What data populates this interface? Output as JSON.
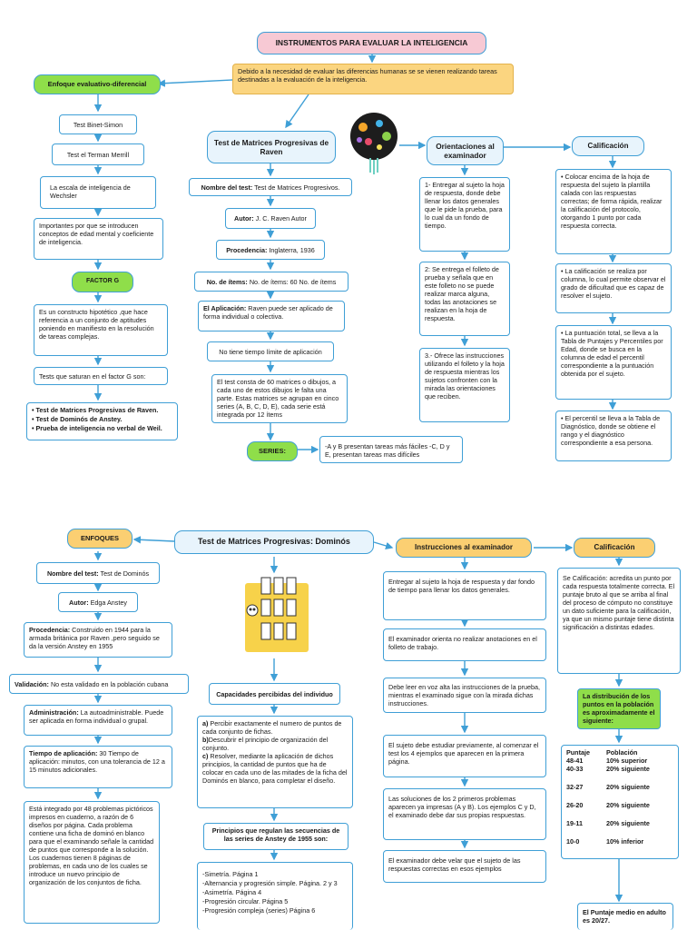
{
  "top": {
    "title": "INSTRUMENTOS PARA EVALUAR LA INTELIGENCIA",
    "intro": "Debido  a la necesidad de evaluar las diferencias humanas se se vienen realizando tareas destinadas a la evaluación de la inteligencia.",
    "left": {
      "header": "Enfoque evaluativo-diferencial",
      "t1": "Test Binet-Simon",
      "t2": "Test el Terman Merrill",
      "t3": "La escala de inteligencia de Wechsler",
      "t4": "Importantes por que se  introducen conceptos de edad mental y coeficiente de inteligencia.",
      "factor": "FACTOR G",
      "t5": "Es un constructo  hipotético ,que hace referencia a un conjunto  de aptitudes poniendo en manifiesto en la resolución  de tareas complejas.",
      "t6": "Tests que saturan en el factor G son:",
      "list": [
        "• Test de Matrices Progresivas de Raven.",
        "• Test de Dominós de Anstey.",
        "• Prueba de inteligencia no verbal de Weil."
      ]
    },
    "center": {
      "header": "Test de Matrices Progresivas de Raven",
      "name_lbl": "Nombre del test:",
      "name_val": " Test de Matrices Progresivos.",
      "author_lbl": "Autor:",
      "author_val": " J. C. Raven Autor",
      "origin_lbl": "Procedencia:",
      "origin_val": " Inglaterra, 1936",
      "items_lbl": "No. de ítems:",
      "items_val": " No. de ítems: 60 No. de ítems",
      "app_lbl": "El Aplicación:",
      "app_val": " Raven puede ser aplicado de forma individual o colectiva.",
      "time": "No tiene tiempo límite de aplicación",
      "desc": "El  test consta de 60 matrices o dibujos, a cada uno de estos dibujos le falta una parte. Estas matrices se agrupan en cinco series (A, B, C, D, E), cada serie está integrada por 12 ítems",
      "series_lbl": "SERIES:",
      "series_text": "-A y B presentan tareas más fáciles -C, D y E, presentan tareas mas difíciles"
    },
    "orient": {
      "header": "Orientaciones al examinador",
      "o1": "1- Entregar al sujeto la hoja de respuesta, donde debe llenar los datos generales que le pide la prueba, para lo cual da un fondo de tiempo.",
      "o2": "2: Se entrega el folleto de prueba y señala que en este folleto no se puede realizar marca alguna, todas las anotaciones se realizan en la hoja de respuesta.",
      "o3": "3.- Ofrece las instrucciones  utilizando el folleto y la hoja de respuesta mientras los sujetos confronten con la mirada las orientaciones que reciben."
    },
    "calif": {
      "header": "Calificación",
      "c1": "• Colocar encima de la hoja de respuesta del sujeto la plantilla calada con las respuestas correctas; de forma rápida, realizar la calificación del protocolo, otorgando 1 punto por cada respuesta correcta.",
      "c2": "• La calificación se realiza por columna, lo cual permite observar el grado de dificultad que es capaz de resolver el sujeto.",
      "c3": "• La puntuación total, se lleva a la Tabla de Puntajes y Percentiles por Edad, donde se busca en la columna de edad el percentil correspondiente a la puntuación obtenida por el sujeto.",
      "c4": "• El percentil se lleva a la Tabla de Diagnóstico, donde se obtiene el rango y el diagnóstico correspondiente a esa persona."
    }
  },
  "bottom": {
    "title": "Test de Matrices Progresivas: Dominós",
    "left": {
      "header": "ENFOQUES",
      "name_lbl": "Nombre del test:",
      "name_val": " Test de Dominós",
      "author_lbl": "Autor:",
      "author_val": " Edga Anstey",
      "origin_lbl": "Procedencia:",
      "origin_val": " Construido en 1944 para la armada británica por Raven ,pero seguido se da la versión Anstey en 1955",
      "valid_lbl": "Validación:",
      "valid_val": " No esta validado en la población cubana",
      "admin_lbl": "Administración:",
      "admin_val": " La autoadministrable. Puede ser aplicada en forma individual o grupal.",
      "time_lbl": "Tiempo de aplicación:",
      "time_val": " 30 Tiempo de aplicación: minutos, con una tolerancia de 12 a 15 minutos adicionales.",
      "desc": "Está integrado por 48 problemas pictóricos impresos en cuaderno, a razón de 6 diseños por página. Cada problema contiene una ficha de dominó en blanco para que el examinando señale la cantidad de puntos que corresponde a la solución. Los cuadernos tienen 8 páginas de problemas, en cada uno de los cuales se introduce un nuevo principio de organización de los conjuntos de ficha."
    },
    "center": {
      "capac": "Capacidades percibidas del individuo",
      "a_lbl": "a)",
      "a_val": " Percibir exactamente el numero de puntos de cada conjunto de fichas.",
      "b_lbl": "b)",
      "b_val": "Descubrir el principio de organización del conjunto.",
      "c_lbl": "c)",
      "c_val": " Resolver, mediante la aplicación de dichos principios, la cantidad de puntos que ha de colocar en cada uno de las mitades de la ficha del Dominós en blanco, para completar el diseño.",
      "princ": "Principios que regulan las secuencias de las series de Anstey de 1955 son:",
      "plist": [
        "-Simetría. Página 1",
        "-Alternancia y progresión simple. Página. 2 y 3",
        "-Asimetría. Página 4",
        "-Progresión circular. Página 5",
        "-Progresión compleja (series) Página 6"
      ]
    },
    "instr": {
      "header": "Instrucciones al examinador",
      "i1": "Entregar al sujeto la hoja de respuesta y dar fondo de tiempo para llenar los datos generales.",
      "i2": "El examinador orienta no realizar anotaciones en el folleto de trabajo.",
      "i3": "Debe leer en voz alta las instrucciones de la prueba, mientras el examinado sigue con la mirada dichas instrucciones.",
      "i4": "El sujeto debe estudiar previamente, al comenzar el test los 4 ejemplos que aparecen en la primera página.",
      "i5": "Las soluciones de los 2 primeros problemas aparecen ya impresas (A y B). Los ejemplos C y D, el examinado debe dar sus propias respuestas.",
      "i6": "El examinador debe velar que el sujeto de las respuestas correctas en esos ejemplos"
    },
    "calif": {
      "header": "Calificación",
      "text": "Se Calificación: acredita un punto por cada respuesta totalmente correcta. El puntaje bruto al que se arriba al final del proceso de cómputo no constituye un dato suficiente para la calificación, ya que un mismo puntaje tiene distinta significación a distintas edades.",
      "dist": "La distribución de los puntos en la población es aproximadamente el siguiente:",
      "col1": "Puntaje",
      "col2": "Población",
      "rows": [
        [
          "48-41",
          "10% superior"
        ],
        [
          "40-33",
          "20% siguiente"
        ],
        [
          "32-27",
          "20% siguiente"
        ],
        [
          "26-20",
          "20% siguiente"
        ],
        [
          "19-11",
          "20% siguiente"
        ],
        [
          "10-0",
          "10% inferior"
        ]
      ],
      "avg": "El Puntaje medio en adulto es 20/27."
    }
  }
}
